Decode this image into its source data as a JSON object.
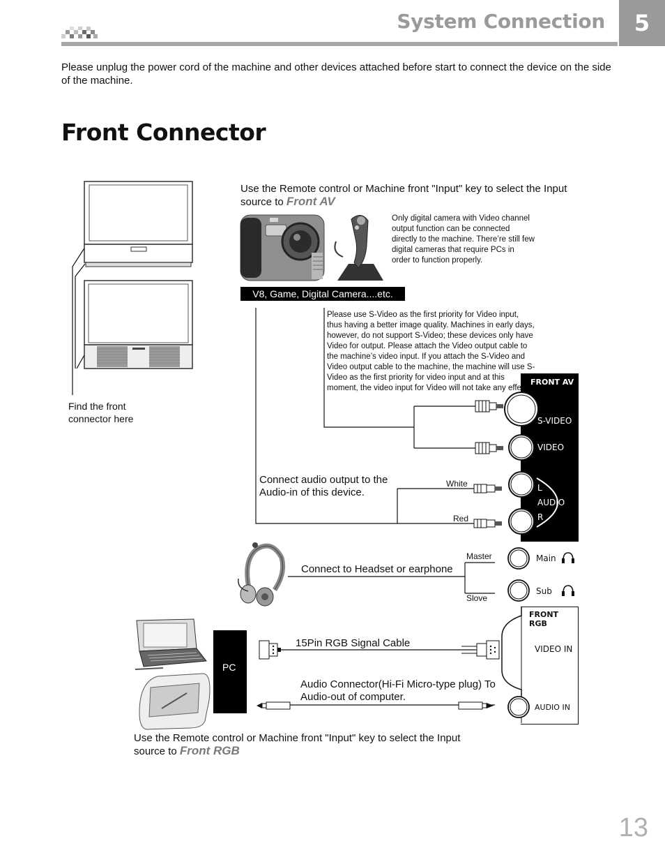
{
  "header": {
    "title": "System Connection",
    "chapter_number": "5"
  },
  "intro_text": "Please unplug the power cord of the machine and other devices attached before start to connect the device on the side of the machine.",
  "section_title": "Front Connector",
  "find_connector_label": "Find the front connector here",
  "front_av": {
    "instruction_prefix": "Use the Remote control or Machine front \"Input\" key to select the Input source to",
    "source_name": "Front AV",
    "camera_note": "Only digital camera with Video channel output function can be connected directly to the machine. There’re still few digital cameras that require PCs in order to function properly.",
    "devices_caption": "V8, Game, Digital Camera....etc.",
    "svideo_note": "Please use S-Video as the first priority for Video input, thus having a better image quality. Machines in early days, however, do not support S-Video; these devices only have Video for output. Please attach the Video output cable to the machine’s video input. If you attach the S-Video and Video output cable to the machine, the machine will use S-Video as the first priority for video input and at this moment, the video input for Video will not take any effect.",
    "audio_note": "Connect audio output to the Audio-in of this device.",
    "white_label": "White",
    "red_label": "Red",
    "panel": {
      "title": "FRONT AV",
      "svideo": "S-VIDEO",
      "video": "VIDEO",
      "l": "L",
      "audio": "AUDIO",
      "r": "R"
    }
  },
  "headset": {
    "note": "Connect to Headset or earphone",
    "master_label": "Master",
    "slove_label": "Slove",
    "main_label": "Main",
    "sub_label": "Sub"
  },
  "front_rgb": {
    "pc_label": "PC",
    "cable_label": "15Pin RGB Signal Cable",
    "audio_connector_label": "Audio Connector(Hi-Fi Micro-type plug) To Audio-out of computer.",
    "panel": {
      "title": "FRONT RGB",
      "video_in": "VIDEO IN",
      "audio_in": "AUDIO IN"
    },
    "instruction_prefix": "Use the Remote control or Machine front \"Input\" key to select the Input source to",
    "source_name": "Front RGB"
  },
  "page_number": "13",
  "icons": [
    "checker-pattern-icon",
    "tv-icon",
    "digital-camera-icon",
    "joystick-icon",
    "rca-plug-icon",
    "headset-icon",
    "headphone-icon",
    "laptop-icon",
    "tablet-icon",
    "vga-plug-icon",
    "audio-plug-icon"
  ]
}
